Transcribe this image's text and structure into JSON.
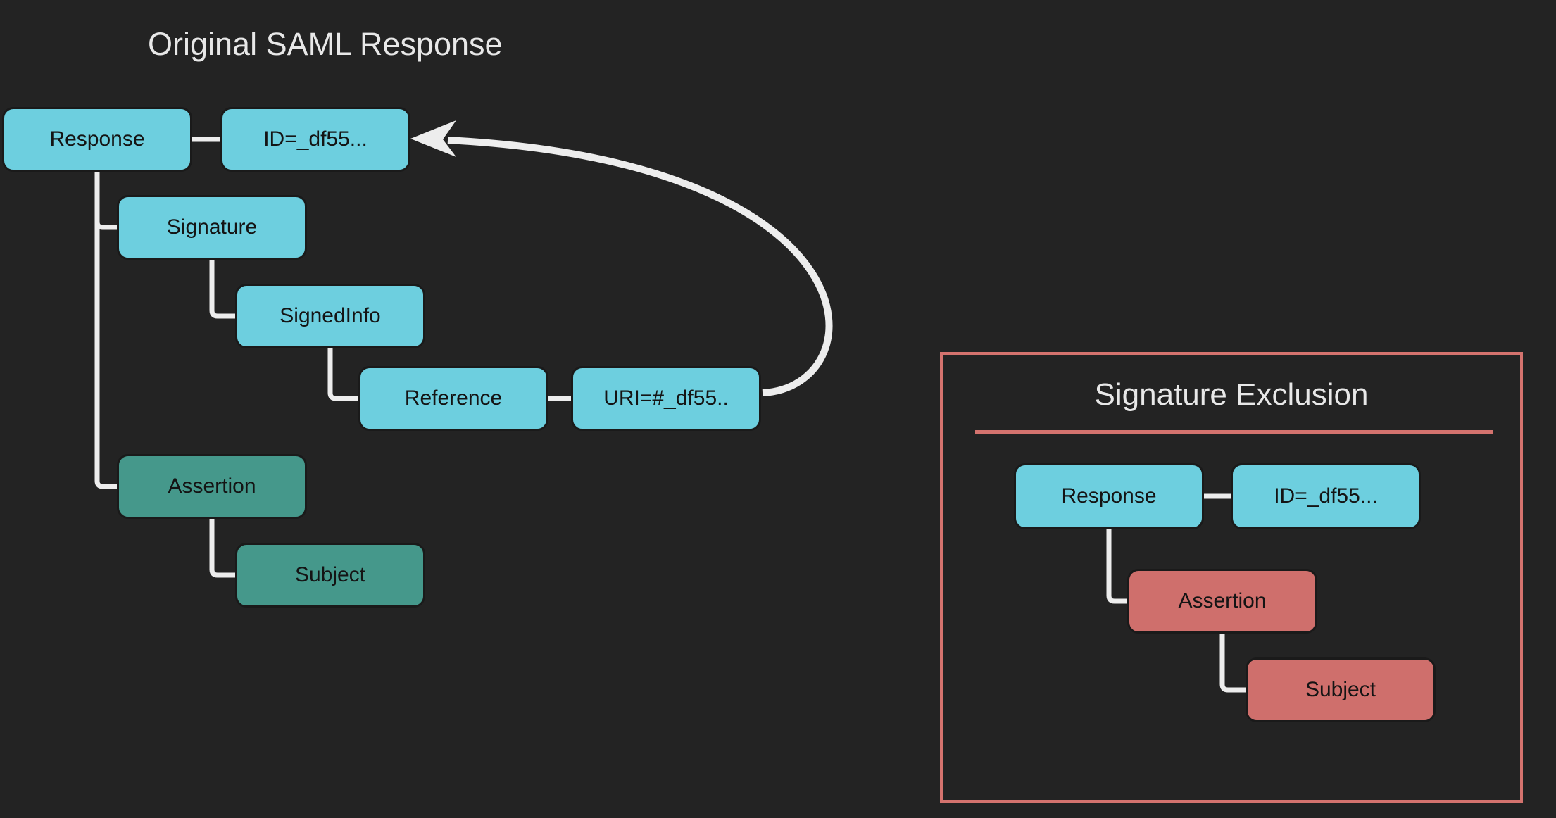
{
  "colors": {
    "background": "#232323",
    "node_cyan": "#6dcfdf",
    "node_teal": "#45988b",
    "node_salmon": "#cf6f6c",
    "panel_border": "#d4736e",
    "connector": "#ededed",
    "title_text": "#e8e8e8",
    "node_text": "#141414"
  },
  "left_diagram": {
    "title": "Original SAML Response",
    "nodes": {
      "response": "Response",
      "id_attr": "ID=_df55...",
      "signature": "Signature",
      "signed_info": "SignedInfo",
      "reference": "Reference",
      "uri_attr": "URI=#_df55..",
      "assertion": "Assertion",
      "subject": "Subject"
    }
  },
  "right_panel": {
    "title": "Signature Exclusion",
    "nodes": {
      "response": "Response",
      "id_attr": "ID=_df55...",
      "assertion": "Assertion",
      "subject": "Subject"
    }
  }
}
